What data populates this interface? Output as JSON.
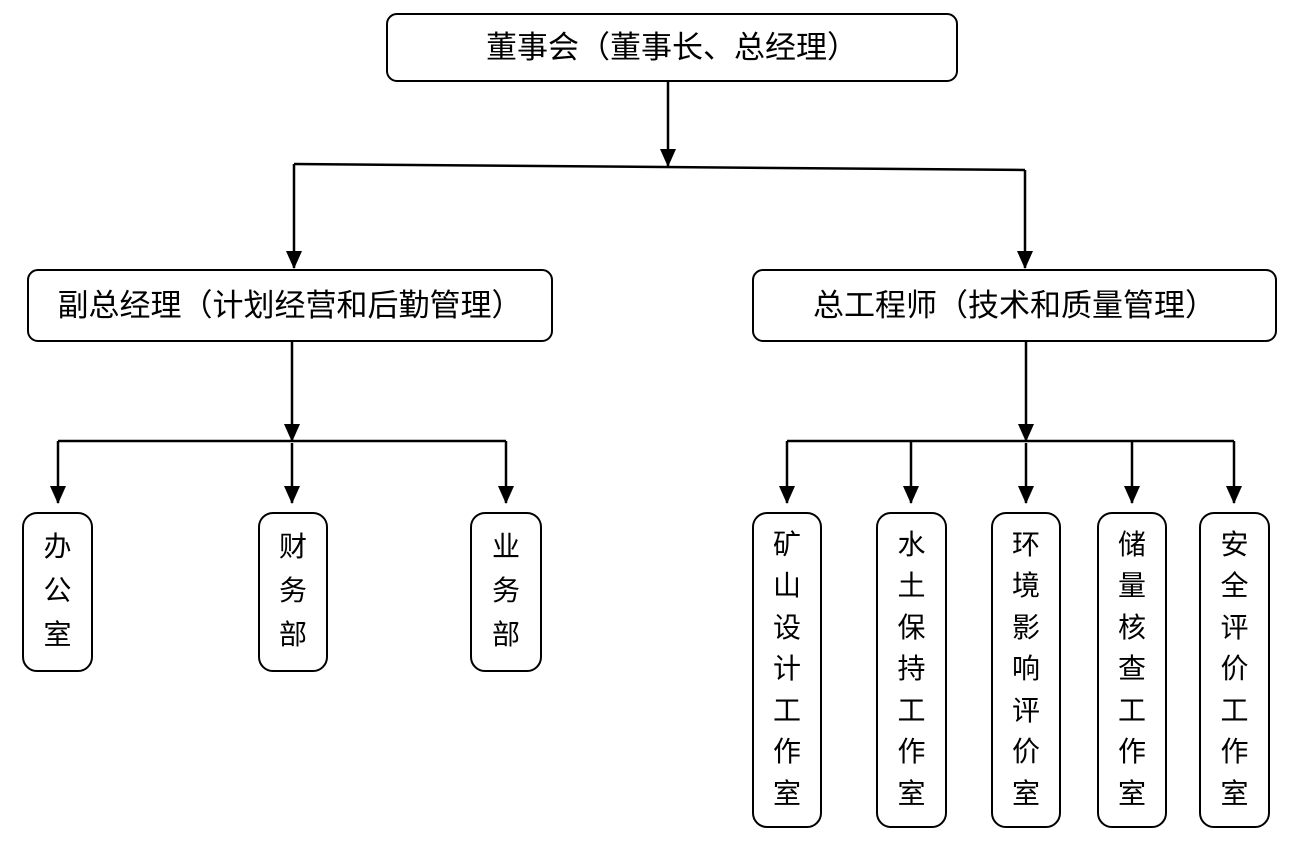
{
  "diagram": {
    "title": "company-organization-chart",
    "root": {
      "label": "董事会（董事长、总经理）"
    },
    "branches": [
      {
        "label": "副总经理（计划经营和后勤管理）",
        "children": [
          {
            "label": "办公室"
          },
          {
            "label": "财务部"
          },
          {
            "label": "业务部"
          }
        ]
      },
      {
        "label": "总工程师（技术和质量管理）",
        "children": [
          {
            "label": "矿山设计工作室"
          },
          {
            "label": "水土保持工作室"
          },
          {
            "label": "环境影响评价室"
          },
          {
            "label": "储量核查工作室"
          },
          {
            "label": "安全评价工作室"
          }
        ]
      }
    ],
    "colors": {
      "background": "#ffffff",
      "line": "#000000",
      "box_border": "#000000",
      "box_fill": "#ffffff",
      "text": "#000000"
    }
  }
}
